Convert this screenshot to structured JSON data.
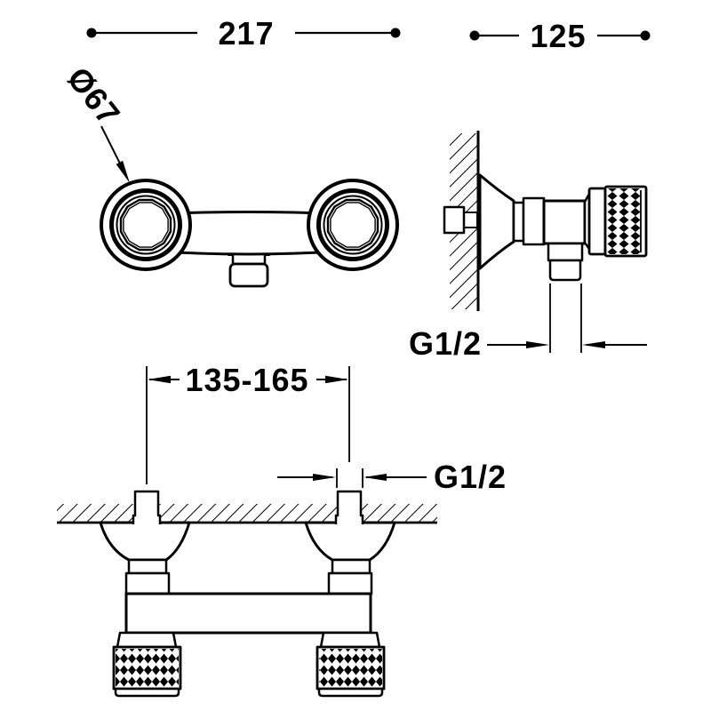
{
  "drawing": {
    "background": "#ffffff",
    "ink": "#000000",
    "front_view": {
      "dim_width": "217",
      "dim_escutcheon_diameter": "Ø67"
    },
    "side_view": {
      "dim_depth": "125",
      "dim_outlet_thread": "G1/2"
    },
    "bottom_view": {
      "dim_inlet_centers": "135-165",
      "dim_inlet_thread": "G1/2"
    }
  }
}
